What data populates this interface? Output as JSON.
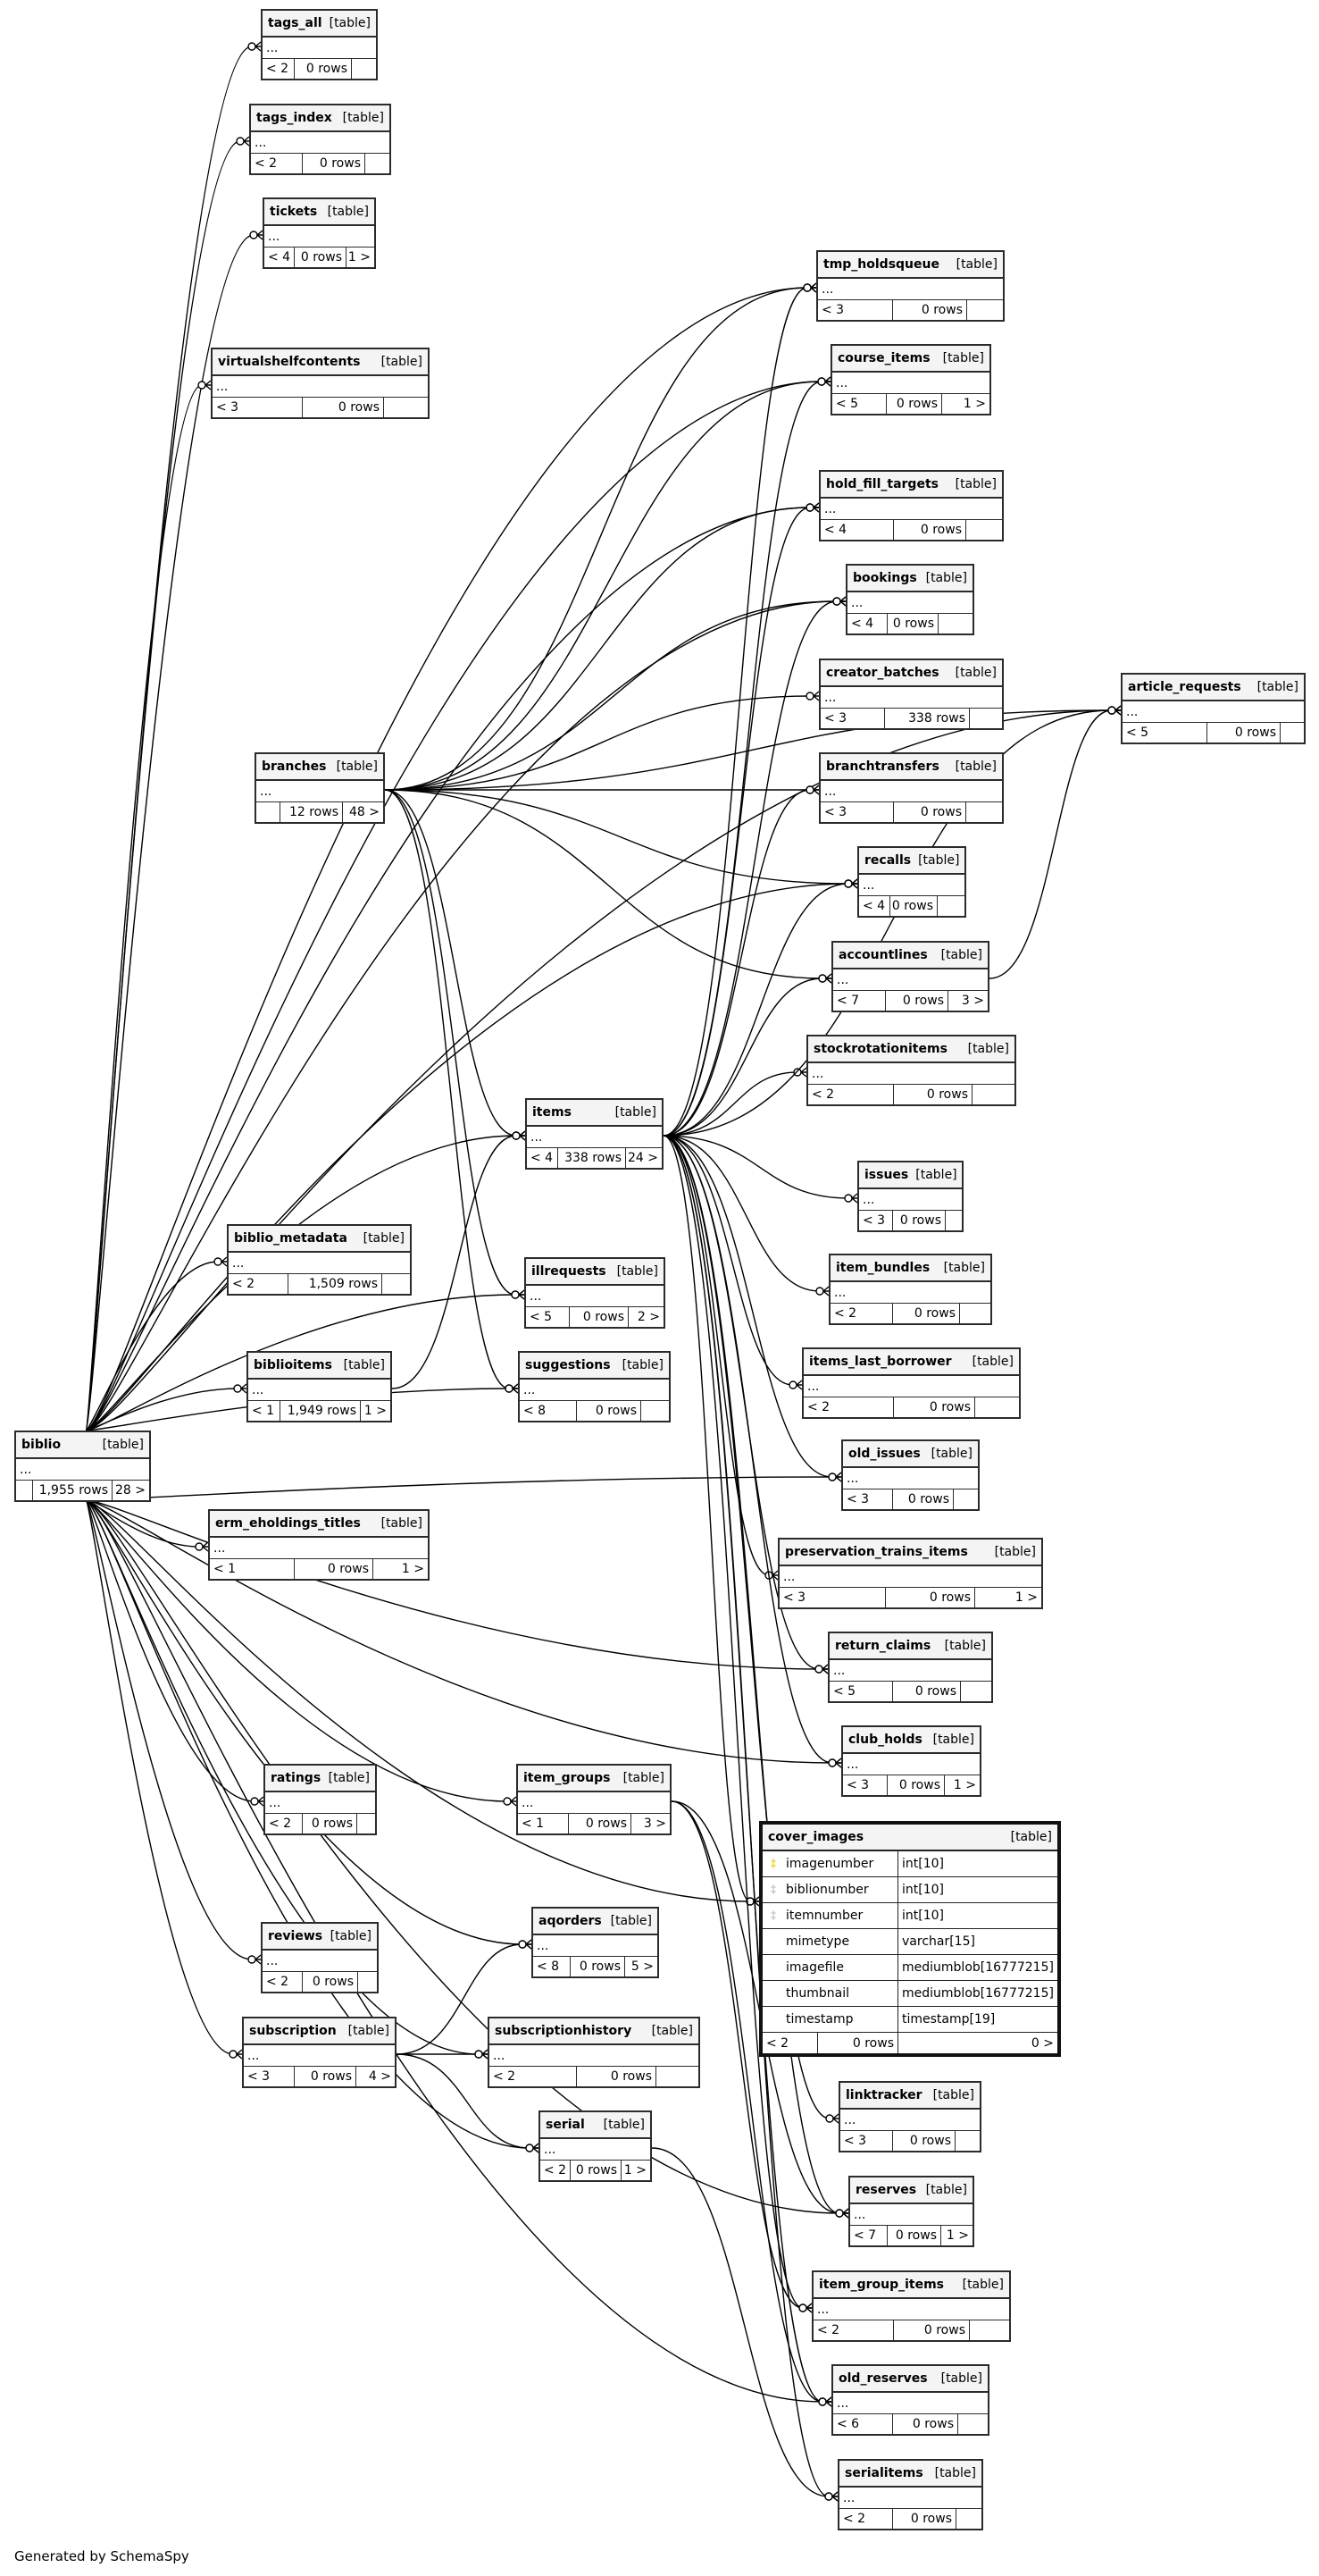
{
  "diagram": {
    "type": "entity-relationship",
    "footer": "Generated by SchemaSpy",
    "table_kind_label": "[table]",
    "columns_placeholder": "...",
    "tables": {
      "tags_all": {
        "name": "tags_all",
        "parents": "< 2",
        "rows": "0 rows",
        "children": ""
      },
      "tags_index": {
        "name": "tags_index",
        "parents": "< 2",
        "rows": "0 rows",
        "children": ""
      },
      "tickets": {
        "name": "tickets",
        "parents": "< 4",
        "rows": "0 rows",
        "children": "1 >"
      },
      "virtualshelfcontents": {
        "name": "virtualshelfcontents",
        "parents": "< 3",
        "rows": "0 rows",
        "children": ""
      },
      "tmp_holdsqueue": {
        "name": "tmp_holdsqueue",
        "parents": "< 3",
        "rows": "0 rows",
        "children": ""
      },
      "course_items": {
        "name": "course_items",
        "parents": "< 5",
        "rows": "0 rows",
        "children": "1 >"
      },
      "hold_fill_targets": {
        "name": "hold_fill_targets",
        "parents": "< 4",
        "rows": "0 rows",
        "children": ""
      },
      "bookings": {
        "name": "bookings",
        "parents": "< 4",
        "rows": "0 rows",
        "children": ""
      },
      "creator_batches": {
        "name": "creator_batches",
        "parents": "< 3",
        "rows": "338 rows",
        "children": ""
      },
      "article_requests": {
        "name": "article_requests",
        "parents": "< 5",
        "rows": "0 rows",
        "children": ""
      },
      "branches": {
        "name": "branches",
        "parents": "",
        "rows": "12 rows",
        "children": "48 >"
      },
      "branchtransfers": {
        "name": "branchtransfers",
        "parents": "< 3",
        "rows": "0 rows",
        "children": ""
      },
      "recalls": {
        "name": "recalls",
        "parents": "< 4",
        "rows": "0 rows",
        "children": ""
      },
      "accountlines": {
        "name": "accountlines",
        "parents": "< 7",
        "rows": "0 rows",
        "children": "3 >"
      },
      "stockrotationitems": {
        "name": "stockrotationitems",
        "parents": "< 2",
        "rows": "0 rows",
        "children": ""
      },
      "items": {
        "name": "items",
        "parents": "< 4",
        "rows": "338 rows",
        "children": "24 >"
      },
      "issues": {
        "name": "issues",
        "parents": "< 3",
        "rows": "0 rows",
        "children": ""
      },
      "item_bundles": {
        "name": "item_bundles",
        "parents": "< 2",
        "rows": "0 rows",
        "children": ""
      },
      "items_last_borrower": {
        "name": "items_last_borrower",
        "parents": "< 2",
        "rows": "0 rows",
        "children": ""
      },
      "old_issues": {
        "name": "old_issues",
        "parents": "< 3",
        "rows": "0 rows",
        "children": ""
      },
      "biblio_metadata": {
        "name": "biblio_metadata",
        "parents": "< 2",
        "rows": "1,509 rows",
        "children": ""
      },
      "illrequests": {
        "name": "illrequests",
        "parents": "< 5",
        "rows": "0 rows",
        "children": "2 >"
      },
      "biblioitems": {
        "name": "biblioitems",
        "parents": "< 1",
        "rows": "1,949 rows",
        "children": "1 >"
      },
      "suggestions": {
        "name": "suggestions",
        "parents": "< 8",
        "rows": "0 rows",
        "children": ""
      },
      "biblio": {
        "name": "biblio",
        "parents": "",
        "rows": "1,955 rows",
        "children": "28 >"
      },
      "erm_eholdings_titles": {
        "name": "erm_eholdings_titles",
        "parents": "< 1",
        "rows": "0 rows",
        "children": "1 >"
      },
      "preservation_trains_items": {
        "name": "preservation_trains_items",
        "parents": "< 3",
        "rows": "0 rows",
        "children": "1 >"
      },
      "return_claims": {
        "name": "return_claims",
        "parents": "< 5",
        "rows": "0 rows",
        "children": ""
      },
      "club_holds": {
        "name": "club_holds",
        "parents": "< 3",
        "rows": "0 rows",
        "children": "1 >"
      },
      "ratings": {
        "name": "ratings",
        "parents": "< 2",
        "rows": "0 rows",
        "children": ""
      },
      "item_groups": {
        "name": "item_groups",
        "parents": "< 1",
        "rows": "0 rows",
        "children": "3 >"
      },
      "aqorders": {
        "name": "aqorders",
        "parents": "< 8",
        "rows": "0 rows",
        "children": "5 >"
      },
      "reviews": {
        "name": "reviews",
        "parents": "< 2",
        "rows": "0 rows",
        "children": ""
      },
      "subscription": {
        "name": "subscription",
        "parents": "< 3",
        "rows": "0 rows",
        "children": "4 >"
      },
      "subscriptionhistory": {
        "name": "subscriptionhistory",
        "parents": "< 2",
        "rows": "0 rows",
        "children": ""
      },
      "serial": {
        "name": "serial",
        "parents": "< 2",
        "rows": "0 rows",
        "children": "1 >"
      },
      "linktracker": {
        "name": "linktracker",
        "parents": "< 3",
        "rows": "0 rows",
        "children": ""
      },
      "reserves": {
        "name": "reserves",
        "parents": "< 7",
        "rows": "0 rows",
        "children": "1 >"
      },
      "item_group_items": {
        "name": "item_group_items",
        "parents": "< 2",
        "rows": "0 rows",
        "children": ""
      },
      "old_reserves": {
        "name": "old_reserves",
        "parents": "< 6",
        "rows": "0 rows",
        "children": ""
      },
      "serialitems": {
        "name": "serialitems",
        "parents": "< 2",
        "rows": "0 rows",
        "children": ""
      }
    },
    "focus_table": {
      "name": "cover_images",
      "kind": "[table]",
      "columns": [
        {
          "name": "imagenumber",
          "type": "int[10]",
          "key": "primary",
          "icon": "primary-key-icon"
        },
        {
          "name": "biblionumber",
          "type": "int[10]",
          "key": "foreign",
          "icon": "foreign-key-icon"
        },
        {
          "name": "itemnumber",
          "type": "int[10]",
          "key": "foreign",
          "icon": "foreign-key-icon"
        },
        {
          "name": "mimetype",
          "type": "varchar[15]",
          "key": "",
          "icon": ""
        },
        {
          "name": "imagefile",
          "type": "mediumblob[16777215]",
          "key": "",
          "icon": ""
        },
        {
          "name": "thumbnail",
          "type": "mediumblob[16777215]",
          "key": "",
          "icon": ""
        },
        {
          "name": "timestamp",
          "type": "timestamp[19]",
          "key": "",
          "icon": ""
        }
      ],
      "parents": "< 2",
      "rows": "0 rows",
      "children": "0 >",
      "colors": {
        "primary_key": "#e8d000",
        "foreign_key": "#bcbcbc"
      }
    },
    "relationships": [
      [
        "biblio",
        "tags_all"
      ],
      [
        "biblio",
        "tags_index"
      ],
      [
        "biblio",
        "tickets"
      ],
      [
        "biblio",
        "virtualshelfcontents"
      ],
      [
        "biblio",
        "tmp_holdsqueue"
      ],
      [
        "biblio",
        "course_items"
      ],
      [
        "biblio",
        "hold_fill_targets"
      ],
      [
        "biblio",
        "bookings"
      ],
      [
        "biblio",
        "article_requests"
      ],
      [
        "biblio",
        "recalls"
      ],
      [
        "biblio",
        "biblio_metadata"
      ],
      [
        "biblio",
        "biblioitems"
      ],
      [
        "biblio",
        "erm_eholdings_titles"
      ],
      [
        "biblio",
        "items"
      ],
      [
        "biblio",
        "illrequests"
      ],
      [
        "biblio",
        "suggestions"
      ],
      [
        "biblio",
        "ratings"
      ],
      [
        "biblio",
        "item_groups"
      ],
      [
        "biblio",
        "reviews"
      ],
      [
        "biblio",
        "aqorders"
      ],
      [
        "biblio",
        "subscription"
      ],
      [
        "biblio",
        "subscriptionhistory"
      ],
      [
        "biblio",
        "serial"
      ],
      [
        "biblio",
        "cover_images"
      ],
      [
        "biblio",
        "old_issues"
      ],
      [
        "biblio",
        "return_claims"
      ],
      [
        "biblio",
        "club_holds"
      ],
      [
        "biblio",
        "reserves"
      ],
      [
        "biblio",
        "old_reserves"
      ],
      [
        "branches",
        "tmp_holdsqueue"
      ],
      [
        "branches",
        "course_items"
      ],
      [
        "branches",
        "hold_fill_targets"
      ],
      [
        "branches",
        "bookings"
      ],
      [
        "branches",
        "creator_batches"
      ],
      [
        "branches",
        "branchtransfers"
      ],
      [
        "branches",
        "recalls"
      ],
      [
        "branches",
        "accountlines"
      ],
      [
        "branches",
        "items"
      ],
      [
        "branches",
        "illrequests"
      ],
      [
        "branches",
        "suggestions"
      ],
      [
        "branches",
        "article_requests"
      ],
      [
        "items",
        "tmp_holdsqueue"
      ],
      [
        "items",
        "course_items"
      ],
      [
        "items",
        "hold_fill_targets"
      ],
      [
        "items",
        "bookings"
      ],
      [
        "items",
        "branchtransfers"
      ],
      [
        "items",
        "recalls"
      ],
      [
        "items",
        "accountlines"
      ],
      [
        "items",
        "stockrotationitems"
      ],
      [
        "items",
        "article_requests"
      ],
      [
        "items",
        "issues"
      ],
      [
        "items",
        "item_bundles"
      ],
      [
        "items",
        "items_last_borrower"
      ],
      [
        "items",
        "old_issues"
      ],
      [
        "items",
        "preservation_trains_items"
      ],
      [
        "items",
        "return_claims"
      ],
      [
        "items",
        "club_holds"
      ],
      [
        "items",
        "cover_images"
      ],
      [
        "items",
        "linktracker"
      ],
      [
        "items",
        "reserves"
      ],
      [
        "items",
        "item_group_items"
      ],
      [
        "items",
        "old_reserves"
      ],
      [
        "items",
        "serialitems"
      ],
      [
        "biblioitems",
        "items"
      ],
      [
        "accountlines",
        "article_requests"
      ],
      [
        "item_groups",
        "item_group_items"
      ],
      [
        "item_groups",
        "reserves"
      ],
      [
        "item_groups",
        "old_reserves"
      ],
      [
        "subscription",
        "aqorders"
      ],
      [
        "subscription",
        "subscriptionhistory"
      ],
      [
        "subscription",
        "serial"
      ],
      [
        "serial",
        "serialitems"
      ]
    ]
  }
}
